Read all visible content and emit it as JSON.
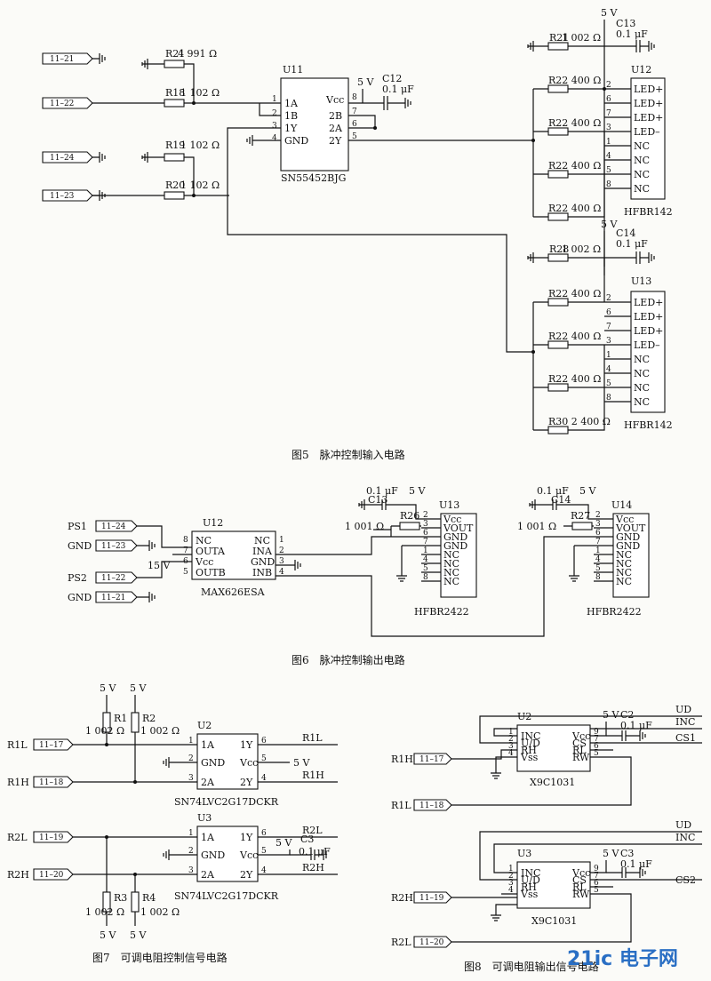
{
  "fig5": {
    "caption": "图5　脉冲控制输入电路",
    "connectors": [
      "11–21",
      "11–22",
      "11–24",
      "11–23"
    ],
    "r21": "R21",
    "r21_val": "4 991 Ω",
    "r18": "R18",
    "r18_val": "1 102 Ω",
    "r19": "R19",
    "r19_val": "1 102 Ω",
    "r20": "R20",
    "r20_val": "1 102 Ω",
    "u11": {
      "ref": "U11",
      "part": "SN55452BJG",
      "pins_left": [
        "1A",
        "1B",
        "1Y",
        "GND"
      ],
      "pins_left_num": [
        "1",
        "2",
        "3",
        "4"
      ],
      "pins_right": [
        "Vcc",
        "2B",
        "2A",
        "2Y"
      ],
      "pins_right_num": [
        "8",
        "7",
        "6",
        "5"
      ]
    },
    "vcc": "5 V",
    "c12": "C12",
    "c12_val": "0.1 μF",
    "upper": {
      "c": "C13",
      "c_val": "0.1 μF",
      "vcc": "5 V",
      "u": "U12",
      "r_top": "R21",
      "r_top_val": "1 002 Ω",
      "r_vals": [
        "R22 400 Ω",
        "R22 400 Ω",
        "R22 400 Ω",
        "R22 400 Ω"
      ],
      "part": "HFBR142"
    },
    "lower": {
      "c": "C14",
      "c_val": "0.1 μF",
      "vcc": "5 V",
      "u": "U13",
      "r_top": "R28",
      "r_top_val": "1 002 Ω",
      "r_vals": [
        "R22 400 Ω",
        "R22 400 Ω",
        "R22 400 Ω",
        "R30 2 400 Ω"
      ],
      "part": "HFBR142"
    },
    "hfbr_pins": [
      [
        "2",
        "LED+"
      ],
      [
        "6",
        "LED+"
      ],
      [
        "7",
        "LED+"
      ],
      [
        "3",
        "LED–"
      ],
      [
        "1",
        "NC"
      ],
      [
        "4",
        "NC"
      ],
      [
        "5",
        "NC"
      ],
      [
        "8",
        "NC"
      ]
    ]
  },
  "fig6": {
    "caption": "图6　脉冲控制输出电路",
    "labels": [
      "PS1",
      "GND",
      "PS2",
      "GND"
    ],
    "connectors": [
      "11–24",
      "11–23",
      "11–22",
      "11–21"
    ],
    "u12": {
      "ref": "U12",
      "part": "MAX626ESA",
      "pins_left": [
        "NC",
        "OUTA",
        "Vcc",
        "OUTB"
      ],
      "pins_left_num": [
        "8",
        "7",
        "6",
        "5"
      ],
      "pins_right": [
        "NC",
        "INA",
        "GND",
        "INB"
      ],
      "pins_right_num": [
        "1",
        "2",
        "3",
        "4"
      ]
    },
    "v15": "15 V",
    "left_opt": {
      "c": "C13",
      "c_val": "0.1 μF",
      "vcc": "5 V",
      "u": "U13",
      "r": "R26",
      "r_val": "1 001 Ω",
      "part": "HFBR2422"
    },
    "right_opt": {
      "c": "C14",
      "c_val": "0.1 μF",
      "vcc": "5 V",
      "u": "U14",
      "r": "R27",
      "r_val": "1 001 Ω",
      "part": "HFBR2422"
    },
    "opt_pins": [
      [
        "2",
        "Vcc"
      ],
      [
        "3",
        "VOUT"
      ],
      [
        "6",
        "GND"
      ],
      [
        "7",
        "GND"
      ],
      [
        "1",
        "NC"
      ],
      [
        "4",
        "NC"
      ],
      [
        "5",
        "NC"
      ],
      [
        "8",
        "NC"
      ]
    ]
  },
  "fig7": {
    "caption": "图7　可调电阻控制信号电路",
    "vcc": "5 V",
    "top": {
      "r1": "R1",
      "r2": "R2",
      "r_val": "1 002 Ω",
      "u": "U2",
      "part": "SN74LVC2G17DCKR",
      "conn1": "11–17",
      "conn2": "11–18",
      "in1": "R1L",
      "in2": "R1H",
      "out1": "R1L",
      "out2": "R1H"
    },
    "bot": {
      "r3": "R3",
      "r4": "R4",
      "r_val": "1 002 Ω",
      "u": "U3",
      "part": "SN74LVC2G17DCKR",
      "conn1": "11–19",
      "conn2": "11–20",
      "in1": "R2L",
      "in2": "R2H",
      "out1": "R2L",
      "out2": "R2H",
      "c": "C3",
      "c_val": "0.1 μF"
    },
    "pins_left": [
      "1A",
      "GND",
      "2A"
    ],
    "pins_left_num": [
      "1",
      "2",
      "3"
    ],
    "pins_right": [
      "1Y",
      "Vcc",
      "2Y"
    ],
    "pins_right_num": [
      "6",
      "5",
      "4"
    ]
  },
  "fig8": {
    "caption": "图8　可调电阻输出信号电路",
    "top": {
      "ud": "UD",
      "inc": "INC",
      "u": "U2",
      "part": "X9C1031",
      "cs": "CS1",
      "c": "C2",
      "c_val": "0.1 μF",
      "vcc": "5 V",
      "in": "R1H",
      "in2": "R1L",
      "conn1": "11–17",
      "conn2": "11–18"
    },
    "bot": {
      "ud": "UD",
      "inc": "INC",
      "u": "U3",
      "part": "X9C1031",
      "cs": "CS2",
      "c": "C3",
      "c_val": "0.1 μF",
      "vcc": "5 V",
      "in": "R2H",
      "in2": "R2L",
      "conn1": "11–19",
      "conn2": "11–20"
    },
    "pins_left": [
      "INC",
      "U/D",
      "RH",
      "Vss"
    ],
    "pins_left_num": [
      "1",
      "2",
      "3",
      "4"
    ],
    "pins_right": [
      "Vcc",
      "CS",
      "RL",
      "RW"
    ],
    "pins_right_num": [
      "9",
      "7",
      "6",
      "5"
    ]
  },
  "watermark": "21ic 电子网"
}
